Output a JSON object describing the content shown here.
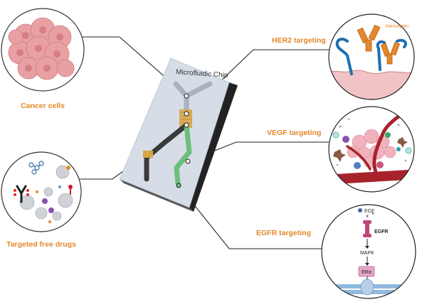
{
  "chip": {
    "title": "Microfluidic Chip"
  },
  "left_panels": {
    "cancer_cells": "Cancer cells",
    "free_drugs": "Targeted free drugs"
  },
  "right_panels": {
    "her2": "HER2 targeting",
    "vegf": "VEGF targeting",
    "egfr": "EGFR targeting"
  },
  "her2_panel": {
    "drug_label": "Herceptin"
  },
  "egfr_panel": {
    "ligand": "EGF",
    "receptor": "EGFR",
    "kinase": "MAPK",
    "er": "ERα"
  },
  "colors": {
    "label_orange": "#e3872a",
    "chip_glass": "#d6dde7",
    "channel_grey": "#a9b3bf",
    "channel_dark": "#3a3a3a",
    "channel_green": "#6cbf7a",
    "electrode_gold": "#d9a441"
  }
}
